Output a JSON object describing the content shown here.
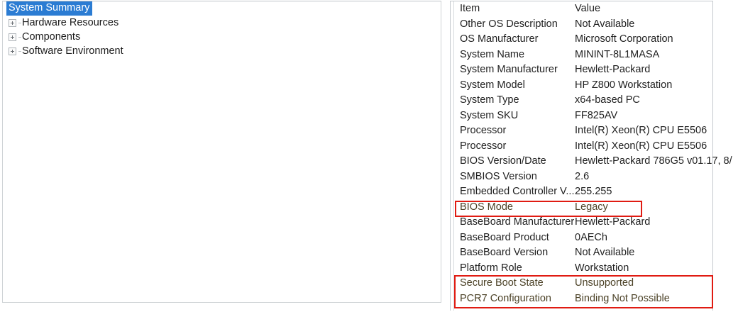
{
  "tree": {
    "root": {
      "label": "System Summary",
      "selected": true
    },
    "items": [
      {
        "label": "Hardware Resources",
        "expander": "plus-box-icon"
      },
      {
        "label": "Components",
        "expander": "plus-box-icon"
      },
      {
        "label": "Software Environment",
        "expander": "plus-box-icon"
      }
    ]
  },
  "details": {
    "columns": {
      "item": "Item",
      "value": "Value"
    },
    "rows": [
      {
        "item": "Other OS Description",
        "value": "Not Available",
        "flagged": false
      },
      {
        "item": "OS Manufacturer",
        "value": "Microsoft Corporation",
        "flagged": false
      },
      {
        "item": "System Name",
        "value": "MININT-8L1MASA",
        "flagged": false
      },
      {
        "item": "System Manufacturer",
        "value": "Hewlett-Packard",
        "flagged": false
      },
      {
        "item": "System Model",
        "value": "HP Z800 Workstation",
        "flagged": false
      },
      {
        "item": "System Type",
        "value": "x64-based PC",
        "flagged": false
      },
      {
        "item": "System SKU",
        "value": "FF825AV",
        "flagged": false
      },
      {
        "item": "Processor",
        "value": "Intel(R) Xeon(R) CPU           E5506",
        "flagged": false
      },
      {
        "item": "Processor",
        "value": "Intel(R) Xeon(R) CPU           E5506",
        "flagged": false
      },
      {
        "item": "BIOS Version/Date",
        "value": "Hewlett-Packard 786G5 v01.17, 8/",
        "flagged": false
      },
      {
        "item": "SMBIOS Version",
        "value": "2.6",
        "flagged": false
      },
      {
        "item": "Embedded Controller V...",
        "value": "255.255",
        "flagged": false
      },
      {
        "item": "BIOS Mode",
        "value": "Legacy",
        "flagged": true
      },
      {
        "item": "BaseBoard Manufacturer",
        "value": "Hewlett-Packard",
        "flagged": false
      },
      {
        "item": "BaseBoard Product",
        "value": "0AECh",
        "flagged": false
      },
      {
        "item": "BaseBoard Version",
        "value": "Not Available",
        "flagged": false
      },
      {
        "item": "Platform Role",
        "value": "Workstation",
        "flagged": false
      },
      {
        "item": "Secure Boot State",
        "value": "Unsupported",
        "flagged": true
      },
      {
        "item": "PCR7 Configuration",
        "value": "Binding Not Possible",
        "flagged": true
      }
    ]
  },
  "annotations": {
    "color": "#e01b12",
    "boxes": [
      {
        "name": "bios-mode-highlight",
        "targets": [
          "BIOS Mode"
        ]
      },
      {
        "name": "secure-boot-highlight",
        "targets": [
          "Secure Boot State",
          "PCR7 Configuration"
        ]
      }
    ]
  },
  "colors": {
    "selection": "#2b7cd3",
    "selection_text": "#ffffff",
    "text": "#1f1f1f",
    "flagged_text": "#4c4227",
    "panel_border": "#c4c9cd",
    "annotation_red": "#e01b12"
  }
}
